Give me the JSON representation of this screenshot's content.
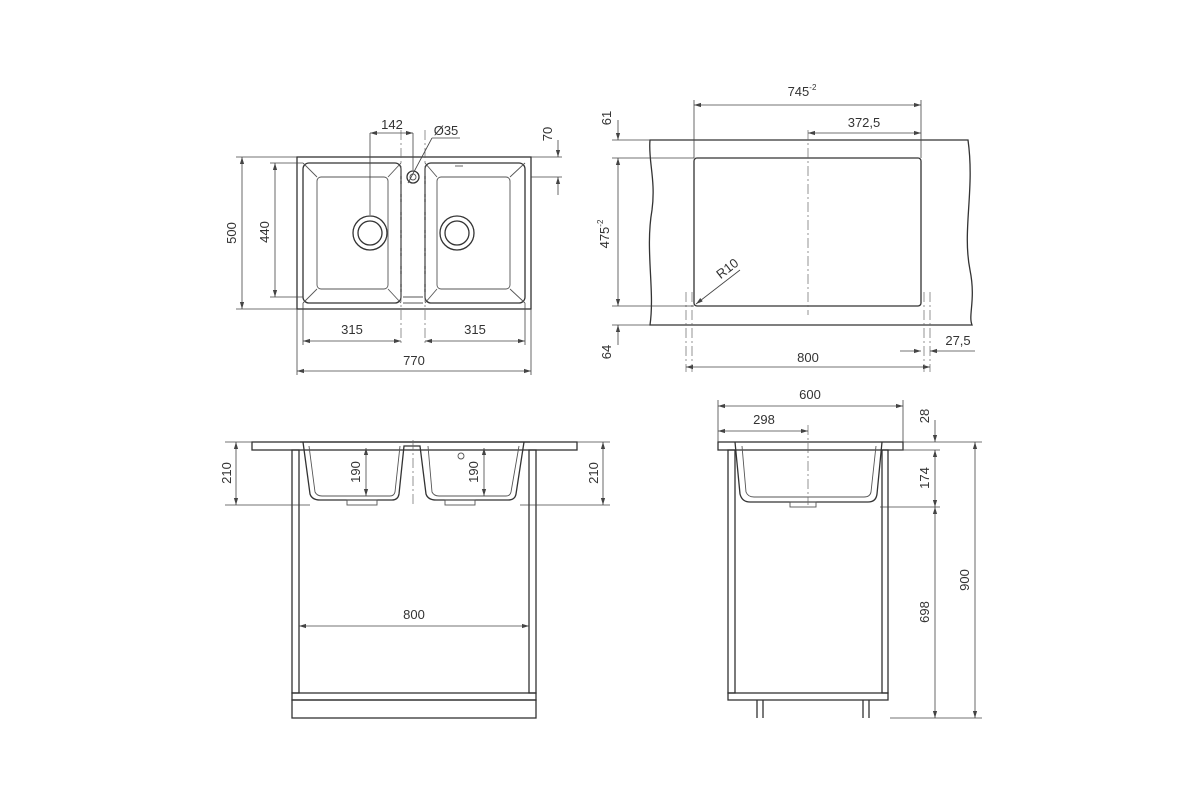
{
  "top_view": {
    "dim_total_width": "770",
    "dim_total_height": "500",
    "dim_bowl_height": "440",
    "dim_left_bowl": "315",
    "dim_right_bowl": "315",
    "dim_tap_offset": "142",
    "dim_tap_hole": "Ø35",
    "dim_edge": "70"
  },
  "cutout_view": {
    "dim_width": "745",
    "dim_width_tol": "-2",
    "dim_half": "372,5",
    "dim_height": "475",
    "dim_height_tol": "-2",
    "dim_top_gap": "61",
    "dim_bottom_gap": "64",
    "dim_radius": "R10",
    "dim_cabinet": "800",
    "dim_side": "27,5"
  },
  "front_view": {
    "dim_depth_left": "210",
    "dim_depth_right": "210",
    "dim_bowl_left": "190",
    "dim_bowl_right": "190",
    "dim_cabinet": "800"
  },
  "side_view": {
    "dim_depth": "600",
    "dim_half_depth": "298",
    "dim_rim": "28",
    "dim_bowl": "174",
    "dim_cabinet": "698",
    "dim_total": "900"
  }
}
